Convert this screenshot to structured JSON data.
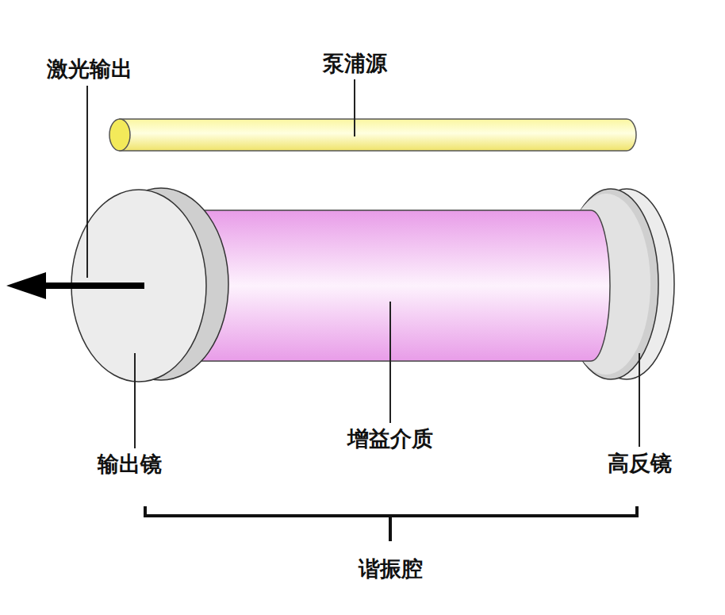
{
  "diagram": {
    "labels": [
      "激光输出",
      "泵浦源",
      "增益介质",
      "输出镜",
      "高反镜",
      "谐振腔"
    ]
  }
}
